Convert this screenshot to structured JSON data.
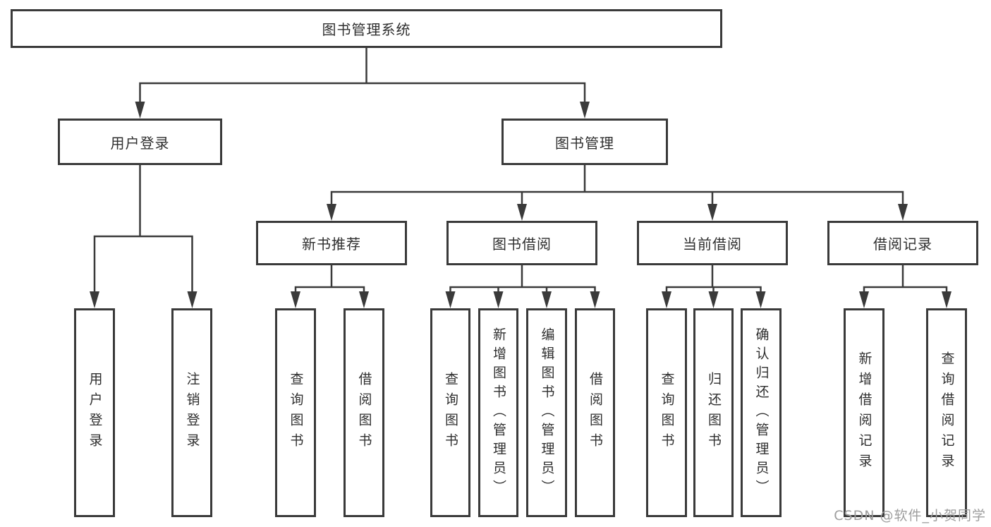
{
  "tree": {
    "label": "图书管理系统",
    "children": [
      {
        "label": "用户登录",
        "children": [
          {
            "label": "用户登录"
          },
          {
            "label": "注销登录"
          }
        ]
      },
      {
        "label": "图书管理",
        "children": [
          {
            "label": "新书推荐",
            "children": [
              {
                "label": "查询图书"
              },
              {
                "label": "借阅图书"
              }
            ]
          },
          {
            "label": "图书借阅",
            "children": [
              {
                "label": "查询图书"
              },
              {
                "label": "新增图书（管理员）"
              },
              {
                "label": "编辑图书（管理员）"
              },
              {
                "label": "借阅图书"
              }
            ]
          },
          {
            "label": "当前借阅",
            "children": [
              {
                "label": "查询图书"
              },
              {
                "label": "归还图书"
              },
              {
                "label": "确认归还（管理员）"
              }
            ]
          },
          {
            "label": "借阅记录",
            "children": [
              {
                "label": "新增借阅记录"
              },
              {
                "label": "查询借阅记录"
              }
            ]
          }
        ]
      }
    ]
  },
  "watermark": {
    "text": "CSDN @软件_小贺同学"
  },
  "colors": {
    "line": "#3a3a3a",
    "text": "#2f2f2f",
    "box_background": "#ffffff",
    "watermark": "#9e9e9e",
    "background": "#ffffff"
  }
}
